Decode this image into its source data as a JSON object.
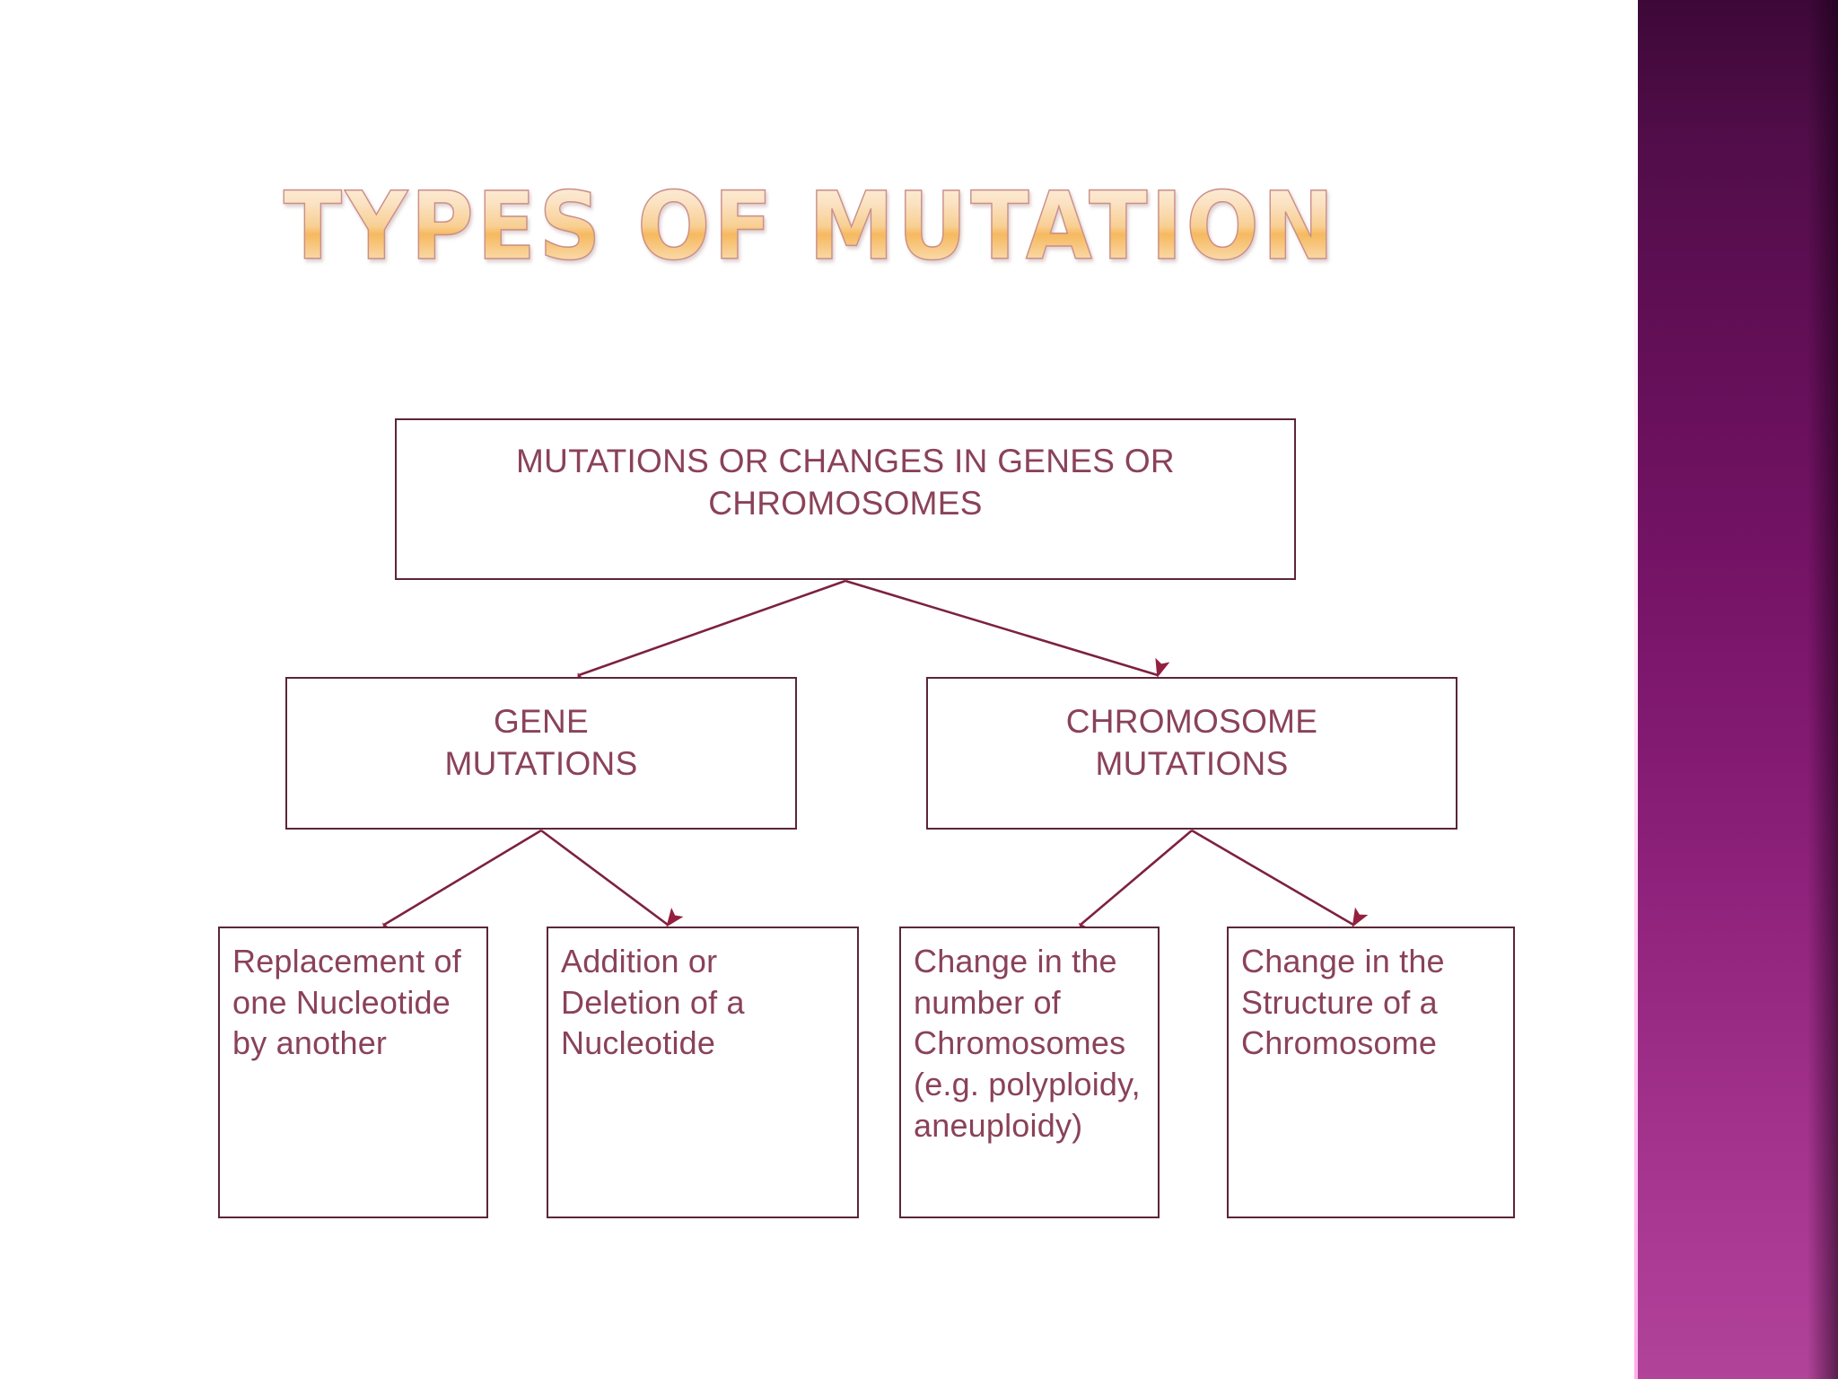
{
  "slide": {
    "title": "TYPES OF MUTATION",
    "background_color": "#ffffff",
    "accent_band_colors": [
      "#3d0838",
      "#b14399"
    ],
    "box_border_color": "#5b2637",
    "box_text_color": "#8a4259",
    "connector_color": "#8f2142",
    "title_gradient_colors": [
      "#fdf1e0",
      "#f6b95f",
      "#fdf0e2"
    ],
    "title_outline_color": "#c98f8c"
  },
  "diagram": {
    "root": {
      "id": "mutations-or-changes",
      "text": "MUTATIONS OR CHANGES IN GENES OR\nCHROMOSOMES"
    },
    "level1": [
      {
        "id": "gene-mutations",
        "text": "GENE\nMUTATIONS"
      },
      {
        "id": "chromosome-mutations",
        "text": "CHROMOSOME\nMUTATIONS"
      }
    ],
    "level2": [
      {
        "id": "replacement-of-nucleotide",
        "text": "Replacement of\none Nucleotide\nby another",
        "parent": "gene-mutations"
      },
      {
        "id": "addition-or-deletion",
        "text": "Addition or\nDeletion of a\nNucleotide",
        "parent": "gene-mutations"
      },
      {
        "id": "change-in-number",
        "text": "Change in the\nnumber of\nChromosomes\n(e.g. polyploidy,\naneuploidy)",
        "parent": "chromosome-mutations"
      },
      {
        "id": "change-in-structure",
        "text": "Change in the\nStructure of a\nChromosome",
        "parent": "chromosome-mutations"
      }
    ]
  }
}
